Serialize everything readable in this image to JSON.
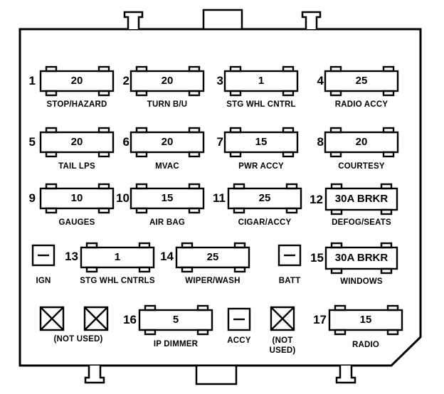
{
  "fuse_block": {
    "fuses": [
      {
        "number": "1",
        "rating": "20",
        "label": "STOP/HAZARD"
      },
      {
        "number": "2",
        "rating": "20",
        "label": "TURN B/U"
      },
      {
        "number": "3",
        "rating": "1",
        "label": "STG WHL CNTRL"
      },
      {
        "number": "4",
        "rating": "25",
        "label": "RADIO ACCY"
      },
      {
        "number": "5",
        "rating": "20",
        "label": "TAIL LPS"
      },
      {
        "number": "6",
        "rating": "20",
        "label": "MVAC"
      },
      {
        "number": "7",
        "rating": "15",
        "label": "PWR ACCY"
      },
      {
        "number": "8",
        "rating": "20",
        "label": "COURTESY"
      },
      {
        "number": "9",
        "rating": "10",
        "label": "GAUGES"
      },
      {
        "number": "10",
        "rating": "15",
        "label": "AIR BAG"
      },
      {
        "number": "11",
        "rating": "25",
        "label": "CIGAR/ACCY"
      },
      {
        "number": "12",
        "rating": "30A BRKR",
        "label": "DEFOG/SEATS"
      },
      {
        "number": "13",
        "rating": "1",
        "label": "STG WHL CNTRLS"
      },
      {
        "number": "14",
        "rating": "25",
        "label": "WIPER/WASH"
      },
      {
        "number": "15",
        "rating": "30A BRKR",
        "label": "WINDOWS"
      },
      {
        "number": "16",
        "rating": "5",
        "label": "IP DIMMER"
      },
      {
        "number": "17",
        "rating": "15",
        "label": "RADIO"
      }
    ],
    "small_fuses": [
      {
        "label": "IGN"
      },
      {
        "label": "BATT"
      },
      {
        "label": "ACCY"
      }
    ],
    "unused_slots": [
      {
        "label": "(NOT USED)"
      },
      {
        "label_line1": "(NOT",
        "label_line2": "USED)"
      }
    ]
  }
}
